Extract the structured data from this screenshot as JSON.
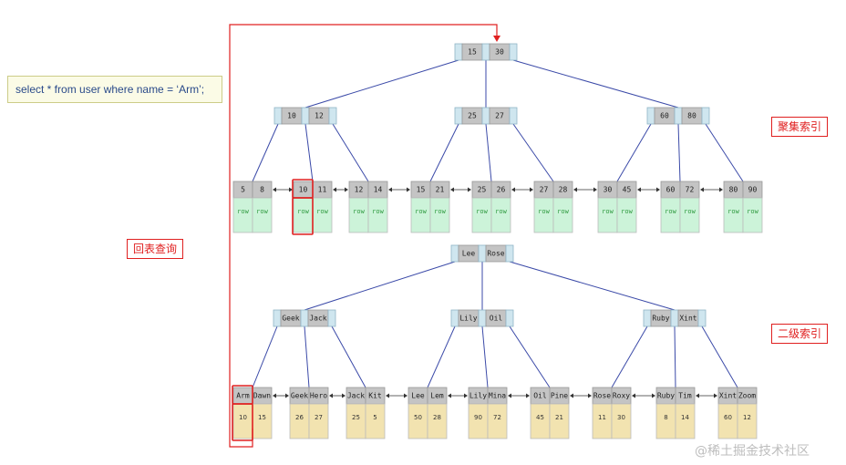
{
  "query": "select * from user where name = ‘Arm’;",
  "labels": {
    "clustered_index": "聚集索引",
    "secondary_index": "二级索引",
    "back_to_table": "回表查询"
  },
  "watermark": "@稀土掘金技术社区",
  "colors": {
    "pointer_cell": "#cfe6ef",
    "key_cell": "#c4c4c4",
    "row_cell": "#ccf3d9",
    "row_text": "#2e9a3f",
    "value_cell": "#f2e3b0",
    "edge": "#3b4aa8",
    "highlight": "#e02020"
  },
  "clustered": {
    "root": [
      "15",
      "30"
    ],
    "level2": [
      [
        "10",
        "12"
      ],
      [
        "25",
        "27"
      ],
      [
        "60",
        "80"
      ]
    ],
    "leaves": [
      {
        "keys": [
          "5",
          "8"
        ],
        "rows": [
          "row",
          "row"
        ]
      },
      {
        "keys": [
          "10",
          "11"
        ],
        "rows": [
          "row",
          "row"
        ]
      },
      {
        "keys": [
          "12",
          "14"
        ],
        "rows": [
          "row",
          "row"
        ]
      },
      {
        "keys": [
          "15",
          "21"
        ],
        "rows": [
          "row",
          "row"
        ]
      },
      {
        "keys": [
          "25",
          "26"
        ],
        "rows": [
          "row",
          "row"
        ]
      },
      {
        "keys": [
          "27",
          "28"
        ],
        "rows": [
          "row",
          "row"
        ]
      },
      {
        "keys": [
          "30",
          "45"
        ],
        "rows": [
          "row",
          "row"
        ]
      },
      {
        "keys": [
          "60",
          "72"
        ],
        "rows": [
          "row",
          "row"
        ]
      },
      {
        "keys": [
          "80",
          "90"
        ],
        "rows": [
          "row",
          "row"
        ]
      }
    ]
  },
  "secondary": {
    "root": [
      "Lee",
      "Rose"
    ],
    "level2": [
      [
        "Geek",
        "Jack"
      ],
      [
        "Lily",
        "Oil"
      ],
      [
        "Ruby",
        "Xint"
      ]
    ],
    "leaves": [
      {
        "keys": [
          "Arm",
          "Dawn"
        ],
        "values": [
          "10",
          "15"
        ]
      },
      {
        "keys": [
          "Geek",
          "Hero"
        ],
        "values": [
          "26",
          "27"
        ]
      },
      {
        "keys": [
          "Jack",
          "Kit"
        ],
        "values": [
          "25",
          "5"
        ]
      },
      {
        "keys": [
          "Lee",
          "Lem"
        ],
        "values": [
          "50",
          "28"
        ]
      },
      {
        "keys": [
          "Lily",
          "Mina"
        ],
        "values": [
          "90",
          "72"
        ]
      },
      {
        "keys": [
          "Oil",
          "Pine"
        ],
        "values": [
          "45",
          "21"
        ]
      },
      {
        "keys": [
          "Rose",
          "Roxy"
        ],
        "values": [
          "11",
          "30"
        ]
      },
      {
        "keys": [
          "Ruby",
          "Tim"
        ],
        "values": [
          "8",
          "14"
        ]
      },
      {
        "keys": [
          "Xint",
          "Zoom"
        ],
        "values": [
          "60",
          "12"
        ]
      }
    ]
  }
}
